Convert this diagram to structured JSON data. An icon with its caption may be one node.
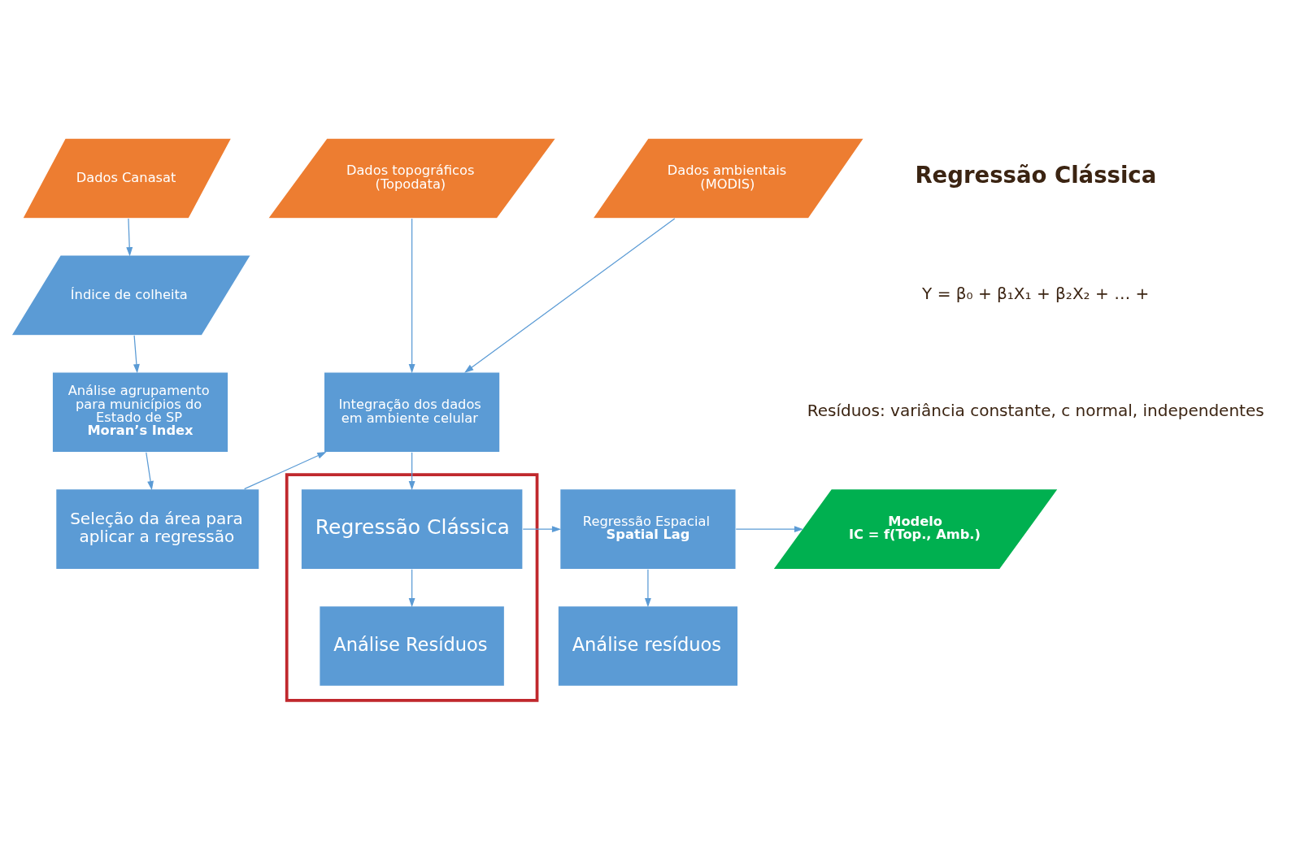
{
  "diagram": {
    "nodes": [
      {
        "text": [
          "Dados Canasat"
        ]
      },
      {
        "text": [
          "Dados topográficos (Topodata)"
        ]
      },
      {
        "text": [
          "Dados ambientais (MODIS)"
        ]
      },
      {
        "text": [
          "Índice de colheita"
        ]
      },
      {
        "text": [
          "Análise agrupamento para municípios do Estado de SP",
          "Moran’s Index"
        ]
      },
      {
        "text": [
          "Seleção da área para aplicar a regressão"
        ]
      },
      {
        "text": [
          "Integração dos dados em ambiente celular"
        ]
      },
      {
        "text": [],
        "shape": "box"
      },
      {
        "text": [
          "Regressão Clássica"
        ],
        "in": 7
      },
      {
        "text": [
          "Análise Resíduos"
        ],
        "in": 7
      },
      {
        "text": [
          "Regressão Espacial",
          "Spatial Lag"
        ]
      },
      {
        "text": [
          "Modelo",
          "IC = f(Top., Amb.)"
        ]
      },
      {
        "text": [
          "Análise resíduos"
        ]
      }
    ],
    "edges": [
      {
        "from": 0,
        "to": 3,
        "arrow": "to"
      },
      {
        "from": 3,
        "to": 4,
        "arrow": "to"
      },
      {
        "from": 4,
        "to": 5,
        "arrow": "to"
      },
      {
        "from": 5,
        "to": 6,
        "arrow": "to"
      },
      {
        "from": 1,
        "to": 6,
        "arrow": "to"
      },
      {
        "from": 2,
        "to": 6,
        "arrow": "to"
      },
      {
        "from": 6,
        "to": 8,
        "arrow": "to"
      },
      {
        "from": 8,
        "to": 9,
        "arrow": "to"
      },
      {
        "from": 8,
        "to": 10,
        "arrow": "to"
      },
      {
        "from": 10,
        "to": 11,
        "arrow": "to"
      },
      {
        "from": 10,
        "to": 12,
        "arrow": "to"
      }
    ],
    "labels": [
      "Regressão Clássica",
      "Y = β₀ + β₁X₁ + β₂X₂ + … +",
      "Resíduos: variância constante, c normal, independentes"
    ]
  }
}
